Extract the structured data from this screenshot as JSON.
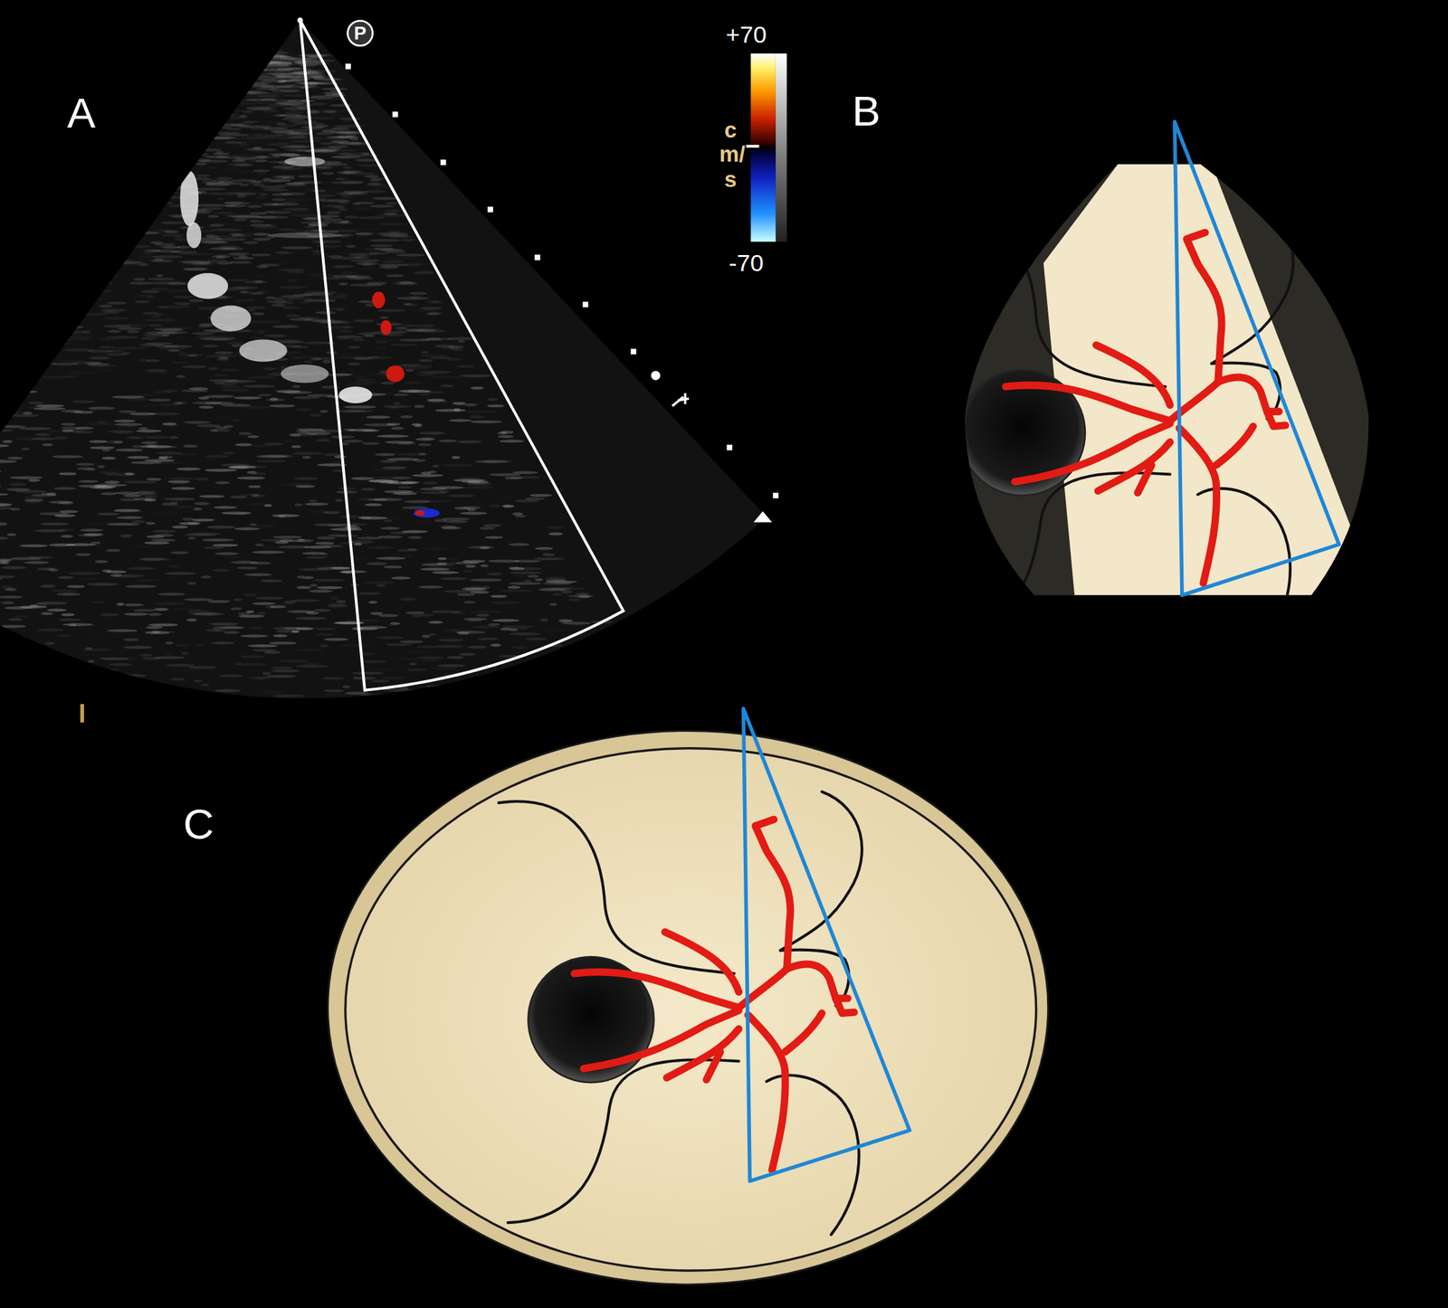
{
  "diagram": {
    "nodes": [
      {
        "text": [
          "P"
        ]
      }
    ],
    "labels": [
      "A",
      "+70",
      "cm/s",
      "-70",
      "B",
      "C"
    ]
  }
}
